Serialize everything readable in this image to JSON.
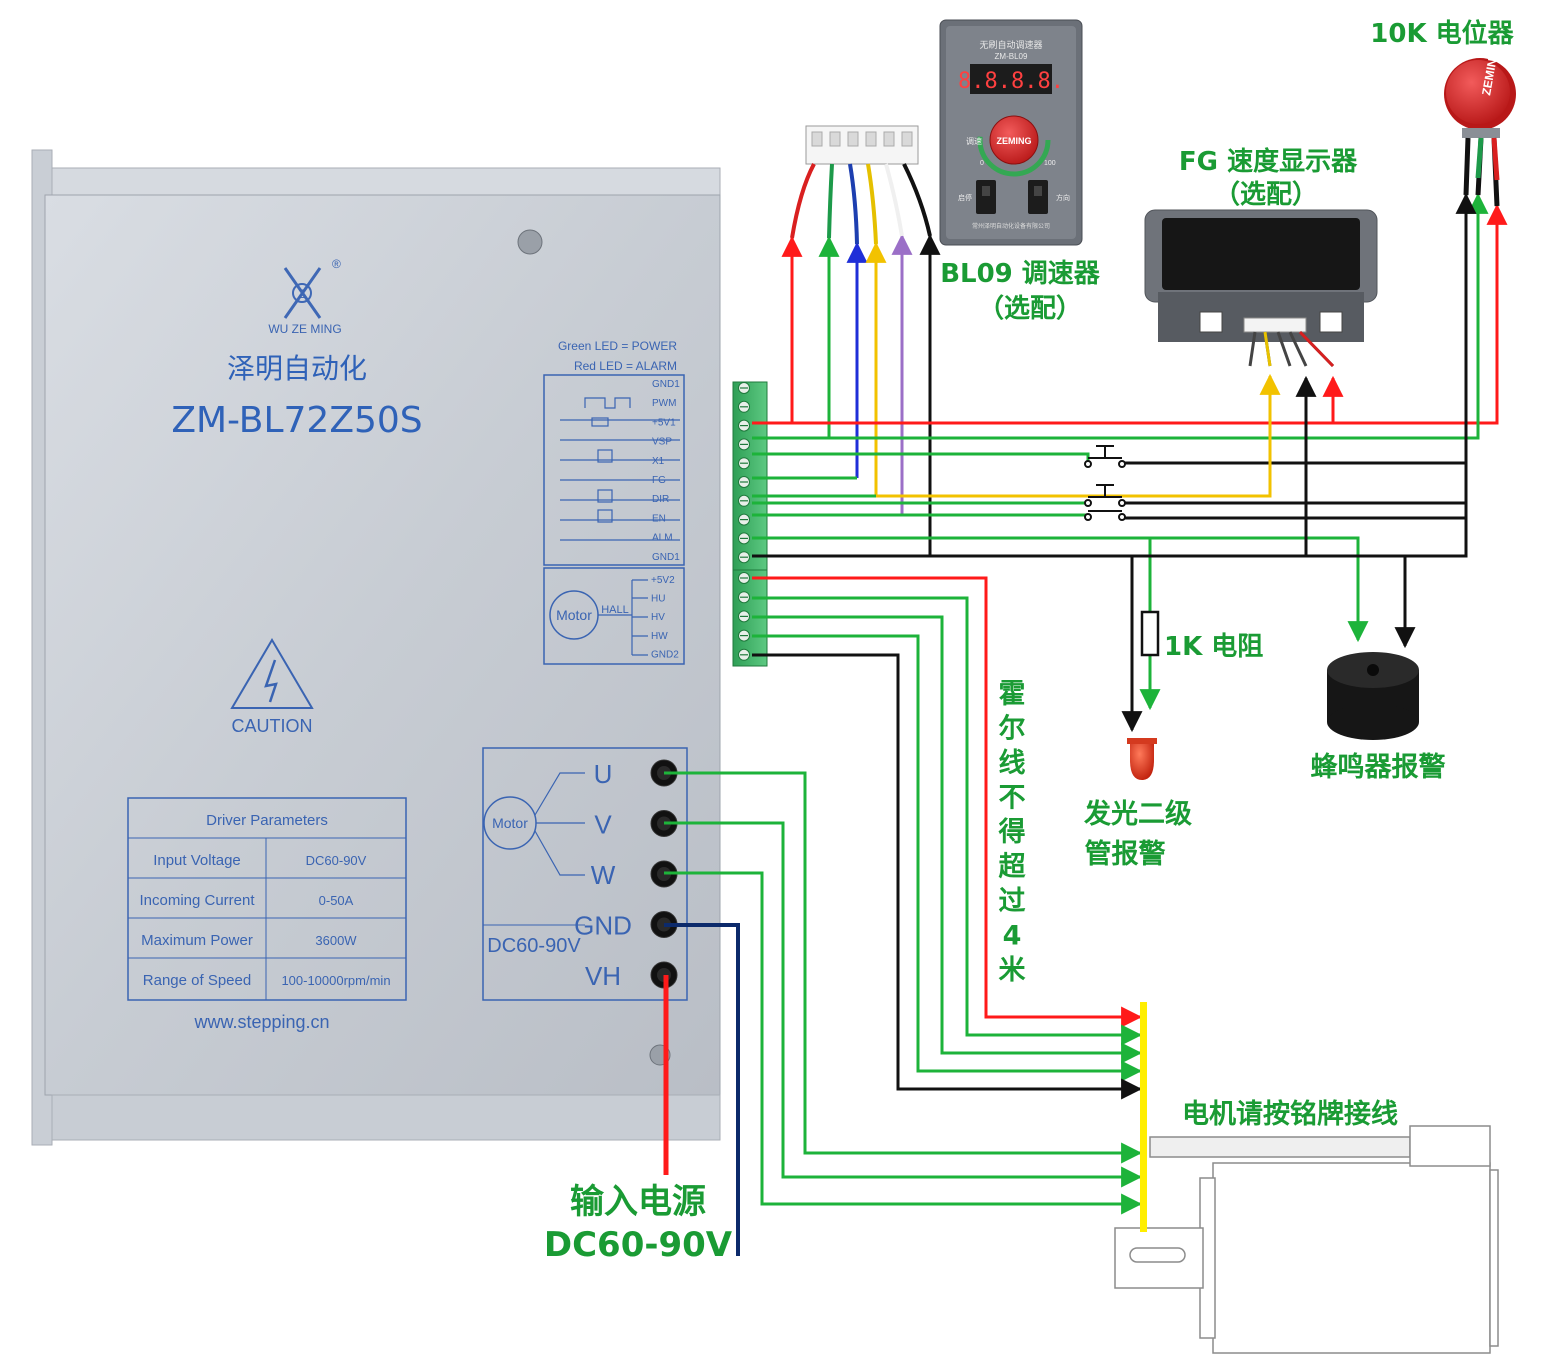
{
  "driver": {
    "brand_en": "WU ZE MING",
    "brand_mark": "Z",
    "brand_cn": "泽明自动化",
    "model": "ZM-BL72Z50S",
    "led_green": "Green LED = POWER",
    "led_red": "Red LED = ALARM",
    "ctrl_pins": [
      "GND1",
      "PWM",
      "+5V1",
      "VSP",
      "X1",
      "FG",
      "DIR",
      "EN",
      "ALM",
      "GND1"
    ],
    "motor_label": "Motor",
    "hall_label": "HALL",
    "hall_pins": [
      "+5V2",
      "HU",
      "HV",
      "HW",
      "GND2"
    ],
    "caution": "CAUTION",
    "params_title": "Driver Parameters",
    "params": [
      {
        "name": "Input Voltage",
        "value": "DC60-90V"
      },
      {
        "name": "Incoming Current",
        "value": "0-50A"
      },
      {
        "name": "Maximum Power",
        "value": "3600W"
      },
      {
        "name": "Range of Speed",
        "value": "100-10000rpm/min"
      }
    ],
    "website": "www.stepping.cn",
    "power_pins": [
      "U",
      "V",
      "W",
      "GND",
      "VH"
    ],
    "power_voltage": "DC60-90V"
  },
  "bl09": {
    "title_cn": "无刷自动调速器",
    "model": "ZM-BL09",
    "display": "8.8.8.8.",
    "knob_brand": "ZEMING",
    "knob_label": "调速",
    "scale_low": "0",
    "scale_high": "100",
    "switch_left": "启停",
    "switch_right": "方向",
    "footer": "常州泽明自动化设备有限公司"
  },
  "pot": {
    "brand": "ZEMING"
  },
  "labels": {
    "pot": "10K 电位器",
    "fg_line1": "FG 速度显示器",
    "fg_line2": "（选配）",
    "bl09_line1": "BL09 调速器",
    "bl09_line2": "（选配）",
    "resistor": "1K 电阻",
    "buzzer": "蜂鸣器报警",
    "led_line1": "发光二级",
    "led_line2": "管报警",
    "hall_note": [
      "霍",
      "尔",
      "线",
      "不",
      "得",
      "超",
      "过",
      "4",
      "米"
    ],
    "motor_note": "电机请按铭牌接线",
    "input_power_line1": "输入电源",
    "input_power_line2": "DC60-90V"
  },
  "colors": {
    "red": "#ff1a1a",
    "green": "#1db33a",
    "black": "#111111",
    "blue": "#1f2fd8",
    "yellow": "#f2c200",
    "purple": "#9b6fc7",
    "navy": "#0c2a6b",
    "label_green": "#1a9b34",
    "driver_blue": "#2f62b8"
  }
}
